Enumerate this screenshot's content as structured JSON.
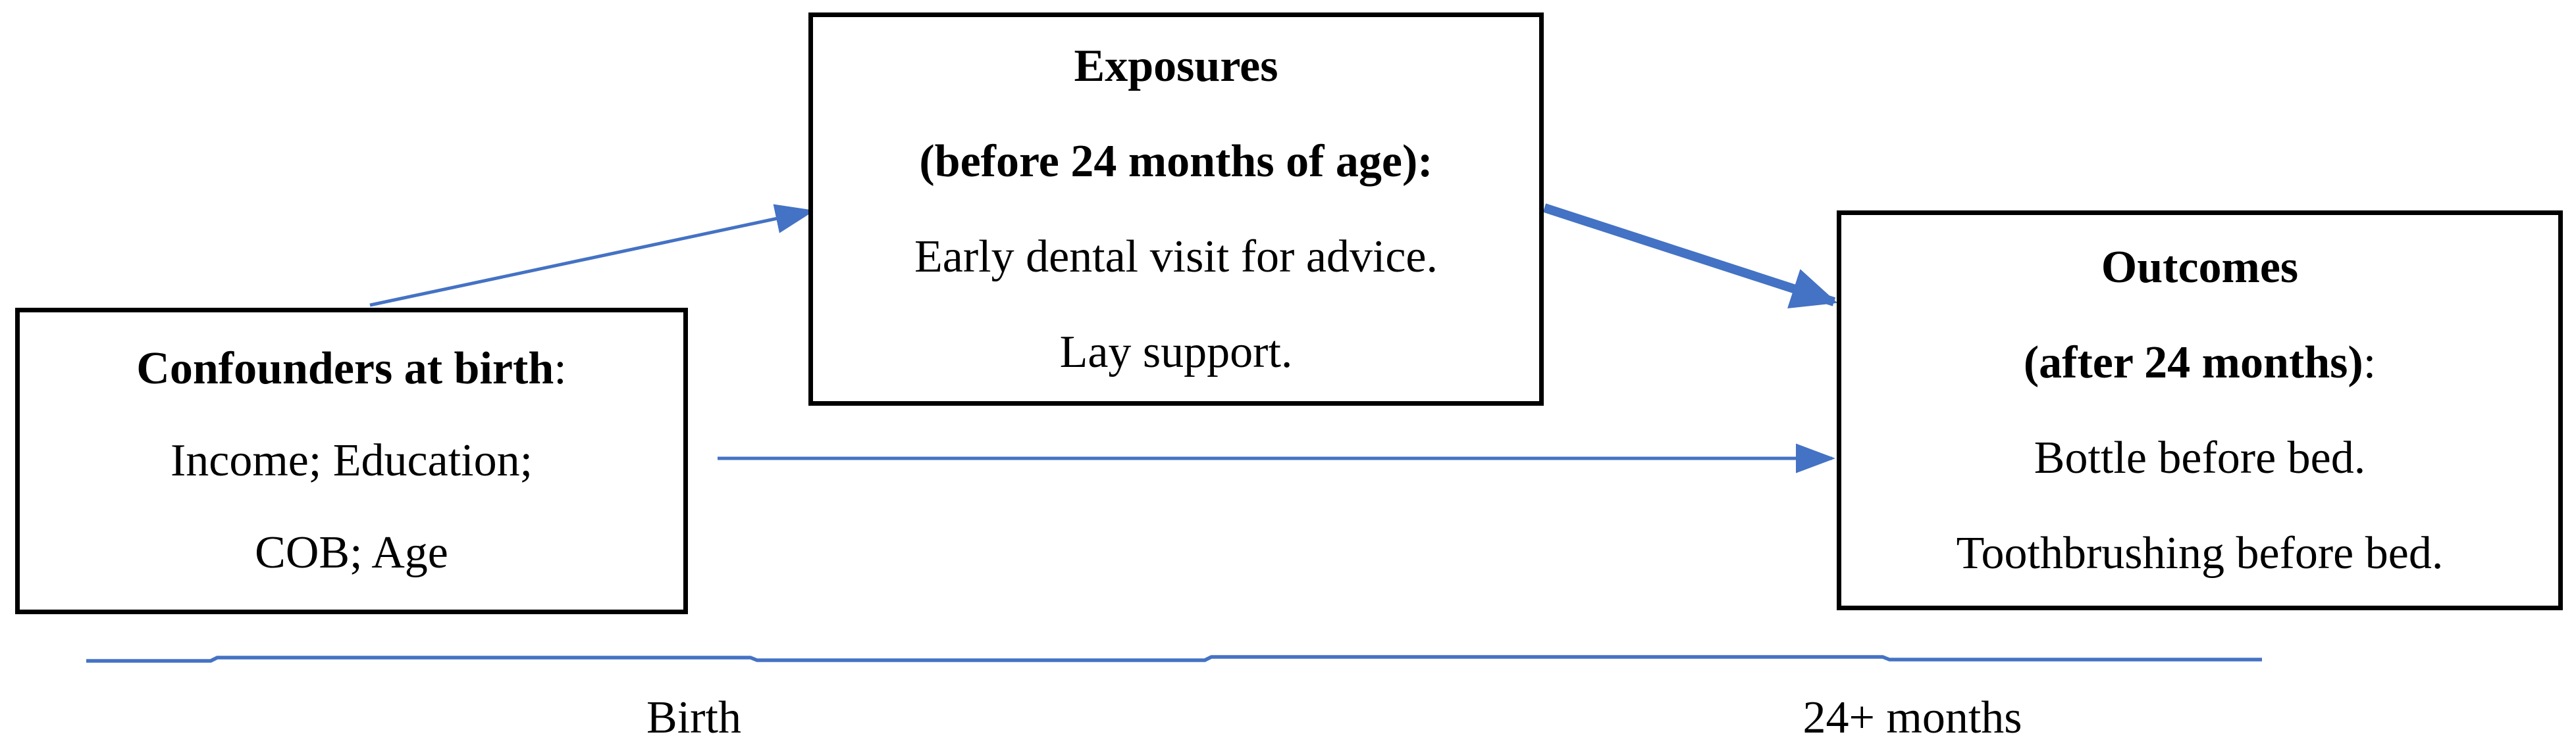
{
  "figure": {
    "boxes": {
      "confounders": {
        "title_bold": "Confounders at birth",
        "title_suffix": ":",
        "line2": "Income; Education;",
        "line3": "COB; Age"
      },
      "exposures": {
        "title": "Exposures",
        "subtitle": "(before 24 months of age):",
        "line3": "Early dental visit for advice.",
        "line4": "Lay support."
      },
      "outcomes": {
        "title": "Outcomes",
        "subtitle_bold": "(after 24 months)",
        "subtitle_suffix": ":",
        "line3": "Bottle before bed.",
        "line4": "Toothbrushing before bed."
      }
    },
    "timeline": {
      "left_label": "Birth",
      "right_label": "24+ months"
    },
    "colors": {
      "arrow_blue": "#4472C4",
      "border_black": "#000000"
    }
  }
}
